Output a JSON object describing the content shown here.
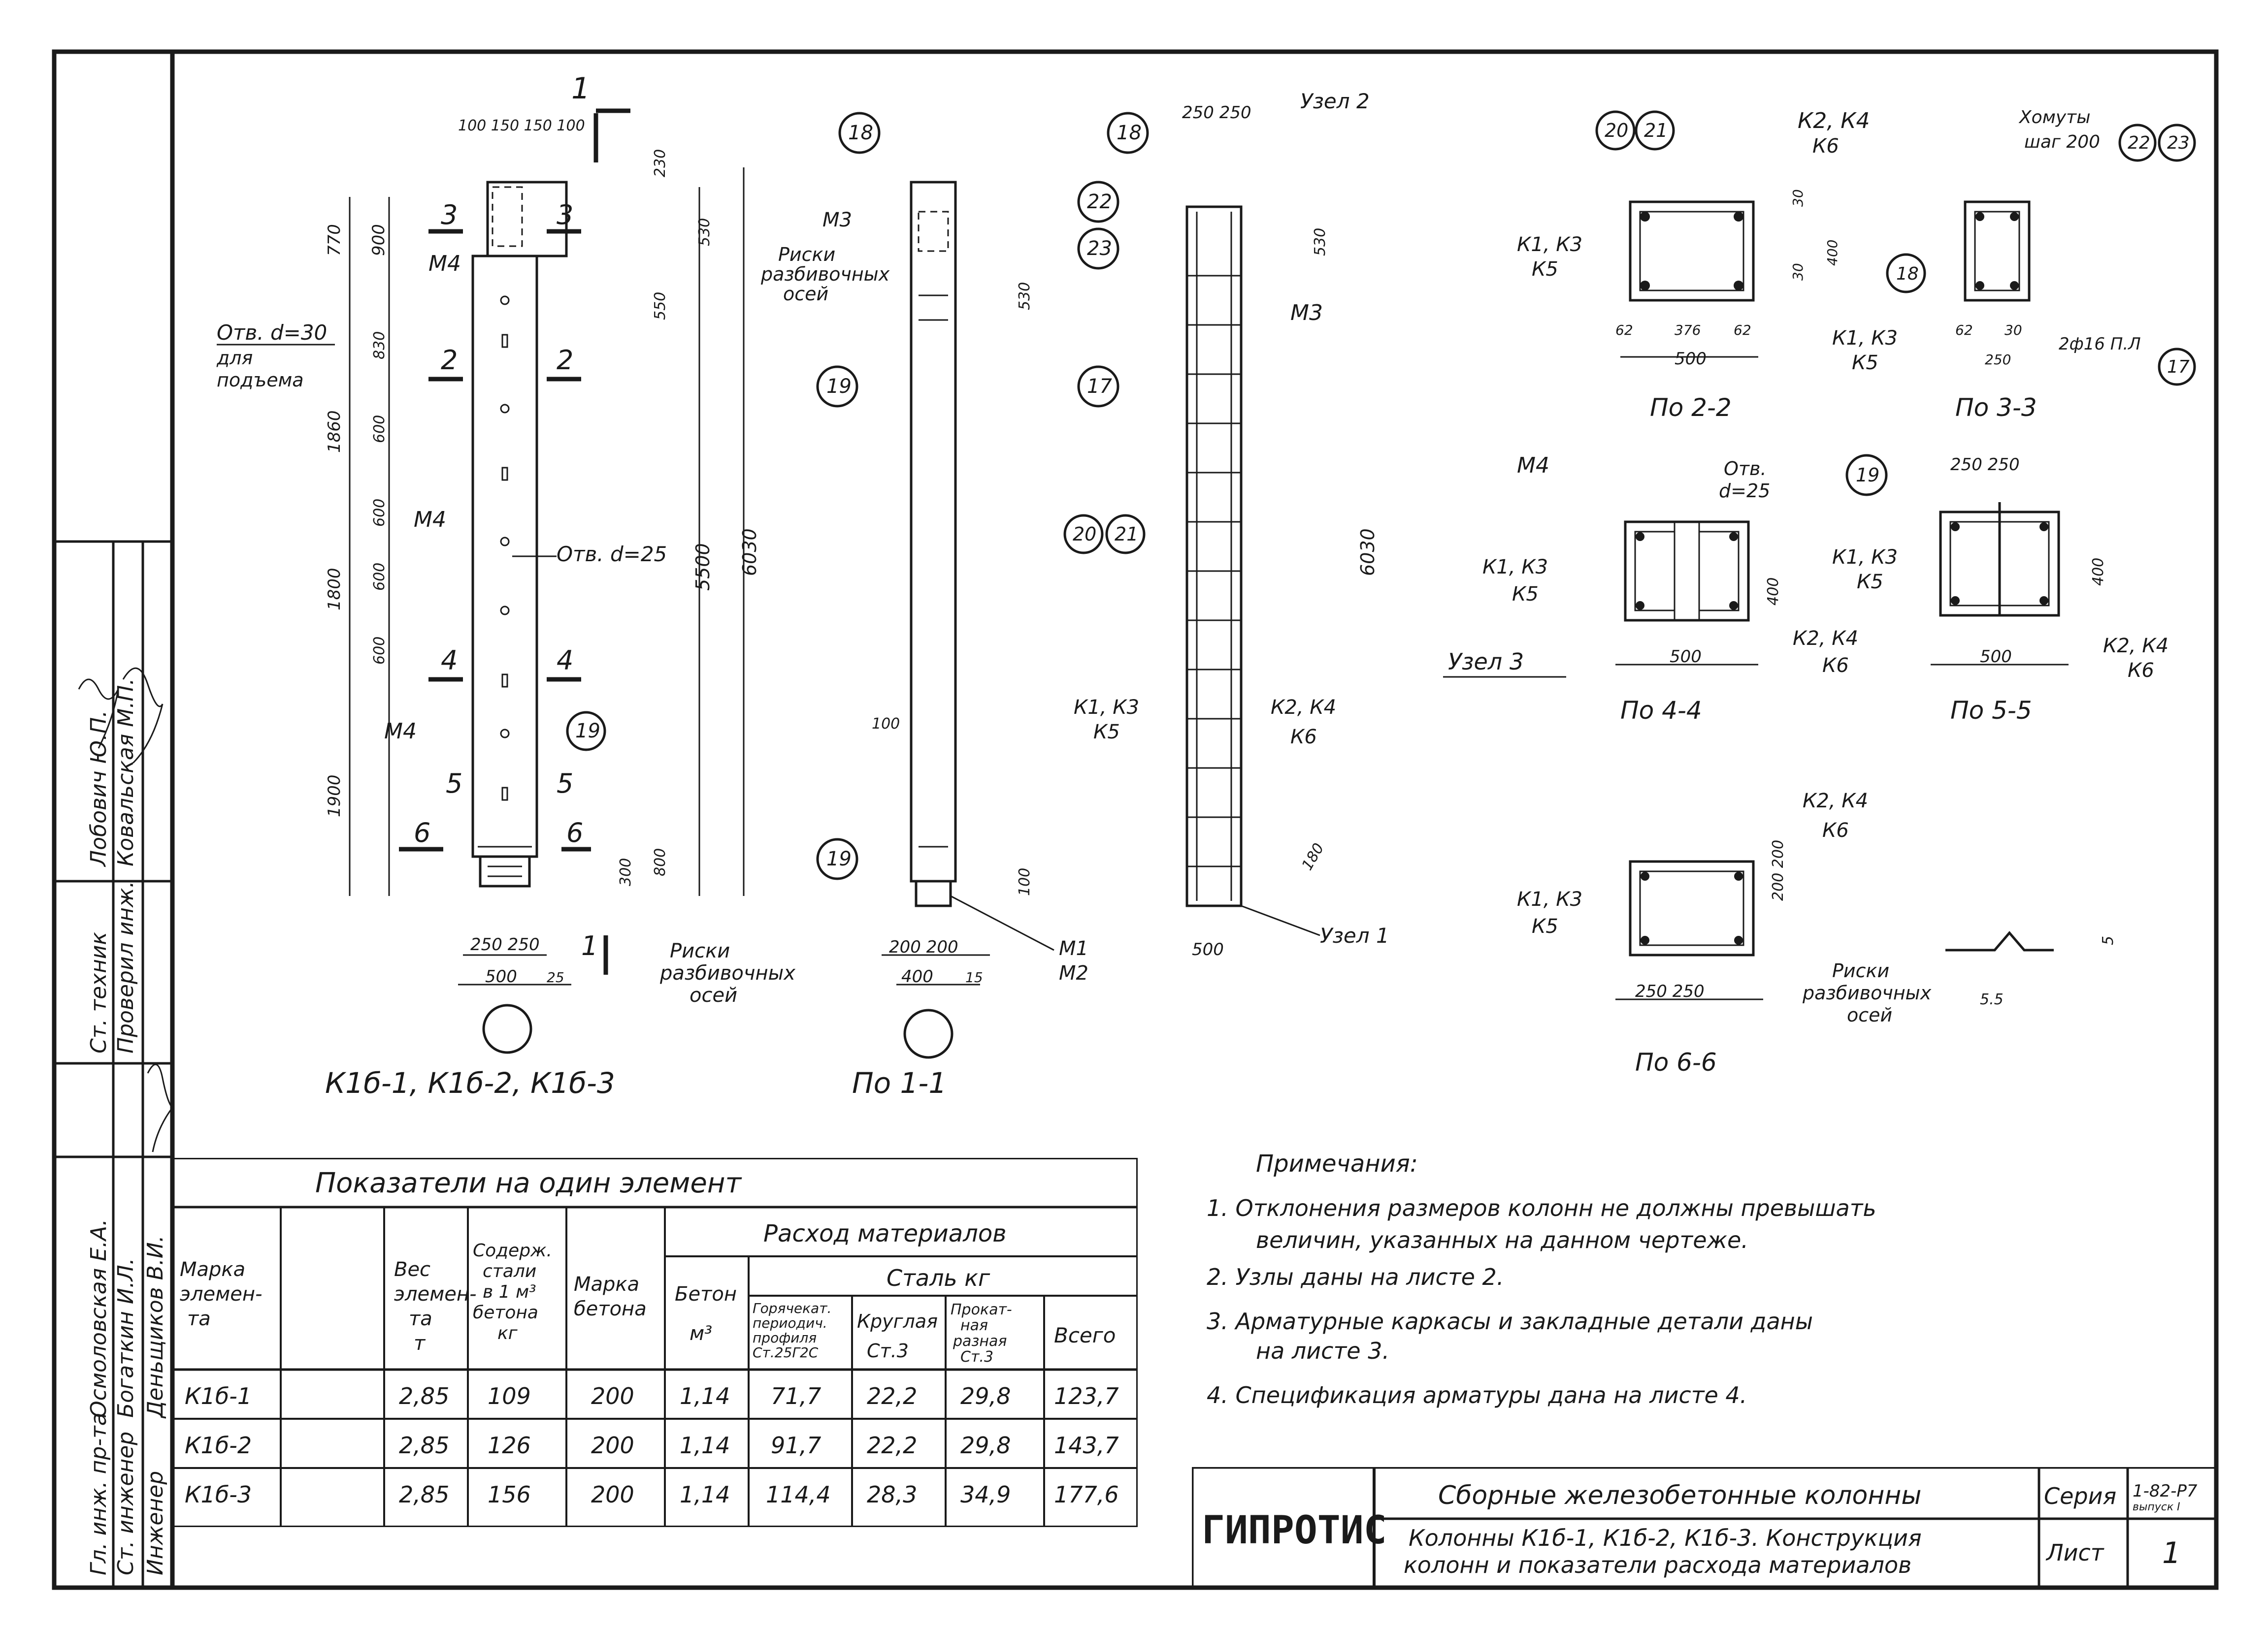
{
  "drawing": {
    "col_view_caption": "К1б-1, К1б-2, К1б-3",
    "section_1_1": "По 1-1",
    "section_2_2": "По 2-2",
    "section_3_3": "По 3-3",
    "section_4_4": "По 4-4",
    "section_5_5": "По 5-5",
    "section_6_6": "По 6-6",
    "uzel1": "Узел 1",
    "uzel2": "Узел 2",
    "uzel3": "Узел 3",
    "otv30": "Отв. d=30",
    "dlya": "для",
    "podjema": "подъема",
    "otv25": "Отв. d=25",
    "riski_1": "Риски",
    "riski_2": "разбивочных",
    "riski_3": "осей",
    "m1": "М1",
    "m2": "М2",
    "m3": "М3",
    "m4": "М4",
    "k1k3": "К1, К3",
    "k5": "К5",
    "k2k4": "К2, К4",
    "k6": "К6",
    "khomuty": "Хомуты",
    "shag": "шаг 200",
    "rebar_2f16": "2ф16 П.Л",
    "otv_sec_1": "Отв.",
    "otv_sec_2": "d=25",
    "bubbles": [
      "17",
      "18",
      "19",
      "20",
      "21",
      "22",
      "23"
    ],
    "dims": {
      "top": "100 150 150 100",
      "d250_250": "250  250",
      "d500": "500",
      "d200_200": "200  200",
      "d400": "400",
      "d15": "15",
      "d25": "25",
      "h5500": "5500",
      "h6030": "6030",
      "h770": "770",
      "h900": "900",
      "h1860": "1860",
      "h1800": "1800",
      "h1900": "1900",
      "h600": "600",
      "h830": "830",
      "h230": "230",
      "h530": "530",
      "h550": "550",
      "h800": "800",
      "h300": "300",
      "h100": "100",
      "h180": "180",
      "s62": "62",
      "s376": "376",
      "s30": "30",
      "s250": "250",
      "s55": "5.5",
      "s5": "5"
    }
  },
  "table": {
    "title": "Показатели на один элемент",
    "group_header": "Расход материалов",
    "steel_header": "Сталь кг",
    "headers": {
      "mark": "Марка элемен-та",
      "weight": "Вес элемен-та т",
      "steel_content": "Содерж. стали в 1 м3 бетона кг",
      "concrete_mark": "Марка бетона",
      "concrete": "Бетон м3",
      "hot_rolled": "Горячекат. периодич. профиля Ст.25Г2С",
      "round": "Круглая Ст.3",
      "rolled": "Прокат-ная разная Ст.3",
      "total": "Всего"
    },
    "rows": [
      [
        "К1б-1",
        "2,85",
        "109",
        "200",
        "1,14",
        "71,7",
        "22,2",
        "29,8",
        "123,7"
      ],
      [
        "К1б-2",
        "2,85",
        "126",
        "200",
        "1,14",
        "91,7",
        "22,2",
        "29,8",
        "143,7"
      ],
      [
        "К1б-3",
        "2,85",
        "156",
        "200",
        "1,14",
        "114,4",
        "28,3",
        "34,9",
        "177,6"
      ]
    ]
  },
  "notes": {
    "title": "Примечания:",
    "items": [
      "1. Отклонения размеров колонн не должны превышать величин, указанных на данном чертеже.",
      "2. Узлы даны на листе 2.",
      "3. Арматурные каркасы и закладные детали даны на листе 3.",
      "4. Спецификация арматуры дана на листе 4."
    ]
  },
  "title_block": {
    "org": "ГИПРОТИС",
    "title1": "Сборные железобетонные колонны",
    "title2": "Колонны К1б-1, К1б-2, К1б-3. Конструкция колонн и показатели расхода материалов",
    "seriya_label": "Серия",
    "seriya_value": "1-82-Р7 выпуск I",
    "list_label": "Лист",
    "list_value": "1"
  },
  "stamp": {
    "roles": [
      "Гл. инж. пр-та",
      "Ст. инженер",
      "Инженер",
      "Ст. техник",
      "Проверил инж."
    ],
    "names": [
      "Осмоловская Е.А.",
      "Богаткин И.Л.",
      "Деньщиков В.И.",
      "Лобович Ю.П.",
      "Ковальская М.П."
    ]
  }
}
